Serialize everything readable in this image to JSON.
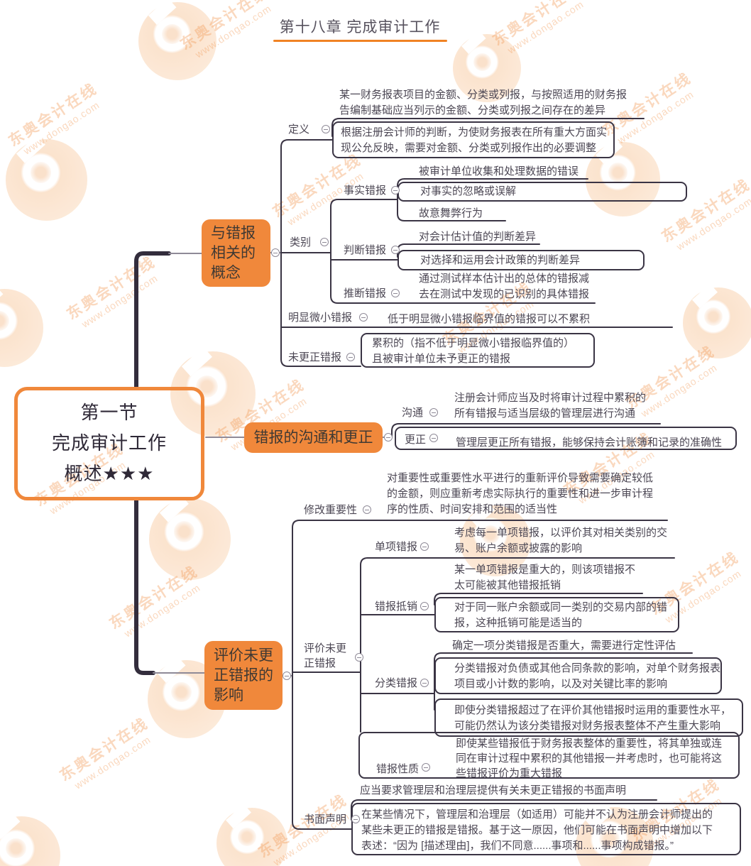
{
  "header": {
    "chapter_title": "第十八章 完成审计工作"
  },
  "watermark": {
    "site_name": "东奥会计在线",
    "site_url": "www.dongao.com"
  },
  "colors": {
    "accent_orange": "#F0883B",
    "underline_orange": "#F08224",
    "line_dark": "#3A3444",
    "trunk_dark": "#332D3C",
    "stub_gray": "#8F8A97",
    "text_dark": "#4C4754"
  },
  "icons": {
    "collapse": "circled-minus"
  },
  "root": {
    "lines": [
      "第一节",
      "完成审计工作",
      "概述★★★"
    ]
  },
  "concepts": {
    "title_lines": [
      "与错报",
      "相关的",
      "概念"
    ],
    "definition": {
      "label": "定义",
      "difference_lines": [
        "某一财务报表项目的金额、分类或列报，与按照适用的财务报",
        "告编制基础应当列示的金额、分类或列报之间存在的差异"
      ],
      "adjustment_lines": [
        "根据注册会计师的判断，为使财务报表在所有重大方面实",
        "现公允反映，需要对金额、分类或列报作出的必要调整"
      ]
    },
    "category": {
      "label": "类别",
      "factual": {
        "label": "事实错报",
        "items": [
          "被审计单位收集和处理数据的错误",
          "对事实的忽略或误解",
          "故意舞弊行为"
        ]
      },
      "judgmental": {
        "label": "判断错报",
        "items": [
          "对会计估计值的判断差异",
          "对选择和运用会计政策的判断差异"
        ]
      },
      "projected": {
        "label": "推断错报",
        "text_lines": [
          "通过测试样本估计出的总体的错报减",
          "去在测试中发现的已识别的具体错报"
        ]
      }
    },
    "trivial": {
      "label": "明显微小错报",
      "text": "低于明显微小错报临界值的错报可以不累积"
    },
    "uncorrected": {
      "label": "未更正错报",
      "text_lines": [
        "累积的（指不低于明显微小错报临界值的）",
        "且被审计单位未予更正的错报"
      ]
    }
  },
  "communication": {
    "title": "错报的沟通和更正",
    "communicate": {
      "label": "沟通",
      "text_lines": [
        "注册会计师应当及时将审计过程中累积的",
        "所有错报与适当层级的管理层进行沟通"
      ]
    },
    "correct": {
      "label": "更正",
      "text": "管理层更正所有错报，能够保持会计账簿和记录的准确性"
    }
  },
  "evaluation": {
    "title_lines": [
      "评价未更",
      "正错报的",
      "影响"
    ],
    "revise_materiality": {
      "label": "修改重要性",
      "text_lines": [
        "对重要性或重要性水平进行的重新评价导致需要确定较低",
        "的金额，则应重新考虑实际执行的重要性和进一步审计程",
        "序的性质、时间安排和范围的适当性"
      ]
    },
    "evaluate_uncorrected": {
      "label_lines": [
        "评价未更",
        "正错报"
      ],
      "individual": {
        "label": "单项错报",
        "text_lines": [
          "考虑每一单项错报，以评价其对相关类别的交",
          "易、账户余额或披露的影响"
        ]
      },
      "offsetting": {
        "label": "错报抵销",
        "item1_lines": [
          "某一单项错报是重大的，则该项错报不",
          "太可能被其他错报抵销"
        ],
        "item2_lines": [
          "对于同一账户余额或同一类别的交易内部的错",
          "报，这种抵销可能是适当的"
        ]
      },
      "classification": {
        "label": "分类错报",
        "item1": "确定一项分类错报是否重大，需要进行定性评估",
        "item2_lines": [
          "分类错报对负债或其他合同条款的影响，对单个财务报表",
          "项目或小计数的影响，以及对关键比率的影响"
        ],
        "item3_lines": [
          "即使分类错报超过了在评价其他错报时运用的重要性水平，",
          "可能仍然认为该分类错报对财务报表整体不产生重大影响"
        ]
      },
      "nature": {
        "label": "错报性质",
        "text_lines": [
          "即使某些错报低于财务报表整体的重要性，将其单独或连",
          "同在审计过程中累积的其他错报一并考虑时，也可能将这",
          "些错报评价为重大错报"
        ]
      }
    },
    "written_statement": {
      "label": "书面声明",
      "item1": "应当要求管理层和治理层提供有关未更正错报的书面声明",
      "item2_lines": [
        "在某些情况下，管理层和治理层（如适用）可能并不认为注册会计师提出的",
        "某些未更正的错报是错报。基于这一原因，他们可能在书面声明中增加以下",
        "表述：“因为 [描述理由]，我们不同意......事项和......事项构成错报。”"
      ]
    }
  }
}
